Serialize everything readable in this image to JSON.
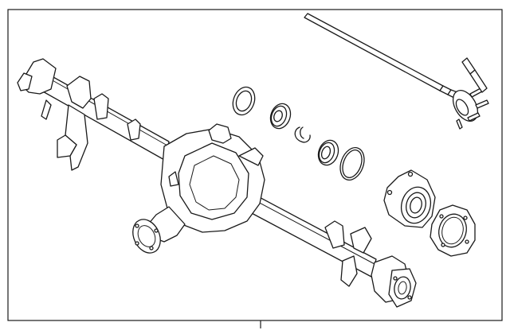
{
  "diagram": {
    "line_color": "#1a1a1a",
    "background": "#ffffff",
    "parts": [
      "axle-housing",
      "differential-carrier",
      "axle-shaft",
      "wheel-stud",
      "bolt",
      "outer-seal",
      "bearing",
      "snap-ring",
      "inner-bearing",
      "o-ring",
      "wheel-hub-bearing-assembly",
      "backing-plate"
    ],
    "callout": ""
  }
}
